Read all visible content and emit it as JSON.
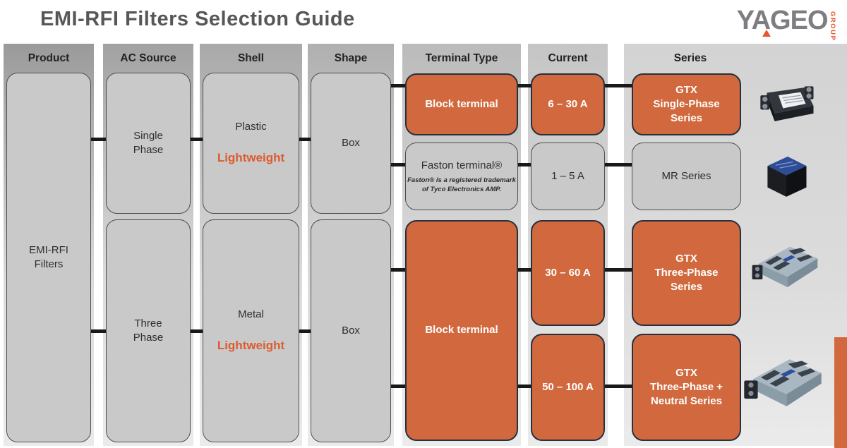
{
  "title": "EMI-RFI Filters Selection Guide",
  "logo": {
    "brand": "YAGEO",
    "group": "GROUP"
  },
  "colors": {
    "accent_orange": "#D2693E",
    "lightweight_orange": "#DD5B2F",
    "box_gray": "#C9C9C9",
    "connector_black": "#191919"
  },
  "columns": {
    "product": {
      "header": "Product"
    },
    "ac_source": {
      "header": "AC Source"
    },
    "shell": {
      "header": "Shell"
    },
    "shape": {
      "header": "Shape"
    },
    "terminal": {
      "header": "Terminal Type"
    },
    "current": {
      "header": "Current"
    },
    "series": {
      "header": "Series"
    }
  },
  "nodes": {
    "product": "EMI-RFI\nFilters",
    "single_phase": "Single\nPhase",
    "three_phase": "Three\nPhase",
    "plastic": {
      "material": "Plastic",
      "weight": "Lightweight"
    },
    "metal": {
      "material": "Metal",
      "weight": "Lightweight"
    },
    "box_top": "Box",
    "box_bottom": "Box",
    "block_terminal_top": "Block terminal",
    "faston": {
      "label": "Faston terminal®",
      "footnote": "Faston® is a registered trademark\nof Tyco Electronics AMP."
    },
    "block_terminal_bottom": "Block terminal",
    "current_6_30": "6 – 30 A",
    "current_1_5": "1 – 5 A",
    "current_30_60": "30 – 60 A",
    "current_50_100": "50 – 100 A",
    "series_gtx_single": "GTX\nSingle-Phase\nSeries",
    "series_mr": "MR Series",
    "series_gtx_three": "GTX\nThree-Phase\nSeries",
    "series_gtx_three_neutral": "GTX\nThree-Phase +\nNeutral Series"
  },
  "photos": [
    {
      "name": "gtx-single-phase-filter-photo"
    },
    {
      "name": "mr-series-filter-photo"
    },
    {
      "name": "gtx-three-phase-filter-photo"
    },
    {
      "name": "gtx-three-phase-neutral-filter-photo"
    }
  ]
}
